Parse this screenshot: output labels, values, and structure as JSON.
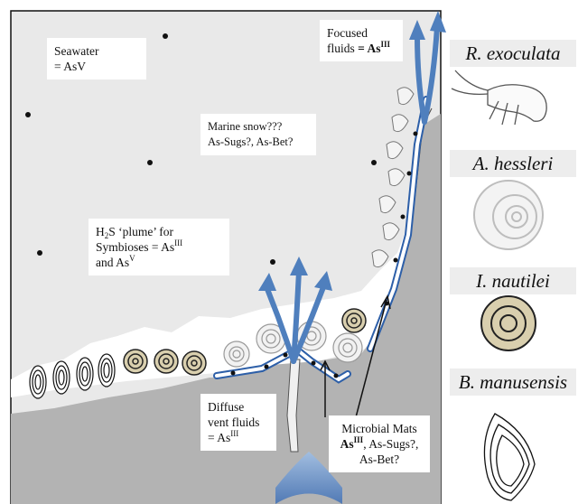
{
  "labels": {
    "seawater": {
      "line1": "Seawater",
      "line2": "= AsV"
    },
    "focused": {
      "line1": "Focused",
      "line2a": "fluids ",
      "line2b": "= As",
      "sup": "III"
    },
    "marine_snow": {
      "line1": "Marine snow???",
      "line2": "As-Sugs?, As-Bet?"
    },
    "plume": {
      "h": "H",
      "sub2": "2",
      "s_rest": "S ‘plume’ for",
      "line2": "Symbioses = As",
      "sup3": "III",
      "line3": "and As",
      "sup5": "V"
    },
    "diffuse": {
      "line1": "Diffuse",
      "line2": "vent fluids",
      "line3": "= As",
      "sup": "III"
    },
    "mats": {
      "line1": "Microbial Mats",
      "as": "As",
      "sup": "III",
      "rest": ", As-Sugs?,",
      "line3": "As-Bet?"
    }
  },
  "species": [
    "R. exoculata",
    "A. hessleri",
    "I. nautilei",
    "B. manusensis"
  ],
  "colors": {
    "seawater": "#e9e9e9",
    "plume": "#ffffff",
    "seafloor": "#b3b3b3",
    "fluid_arrow": "#4f7fbd",
    "snail_fill": "#d9cfae"
  }
}
